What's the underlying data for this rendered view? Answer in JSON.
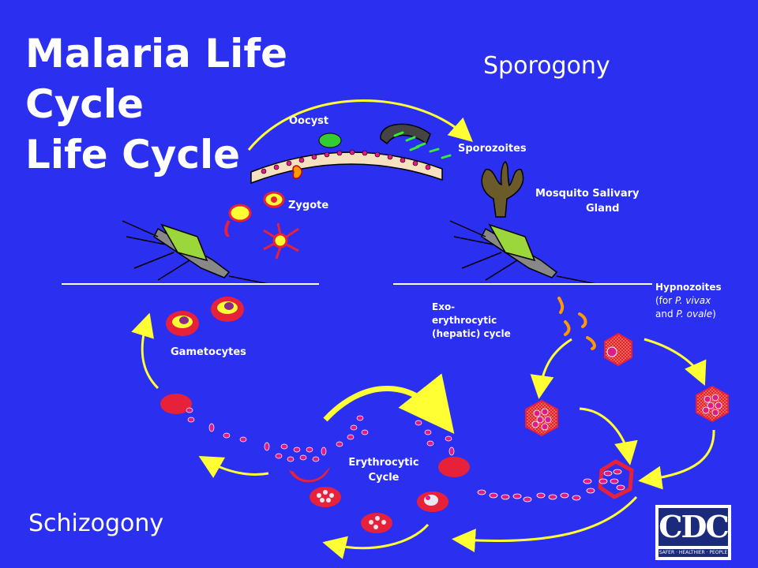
{
  "title": {
    "line1": "Malaria Life",
    "line2": "Cycle",
    "line3": "Life Cycle"
  },
  "phases": {
    "sporogony": "Sporogony",
    "schizogony": "Schizogony"
  },
  "labels": {
    "oocyst": "Oocyst",
    "sporozoites": "Sporozoites",
    "zygote": "Zygote",
    "salivary_1": "Mosquito Salivary",
    "salivary_2": "Gland",
    "gametocytes": "Gametocytes",
    "exo_1": "Exo-",
    "exo_2": "erythrocytic",
    "exo_3": "(hepatic) cycle",
    "hypno_1": "Hypnozoites",
    "hypno_2": "(for",
    "hypno_2b": "P. vivax",
    "hypno_3": "and",
    "hypno_3b": "P. ovale",
    "hypno_3c": ")",
    "ery_1": "Erythrocytic",
    "ery_2": "Cycle"
  },
  "logo": {
    "text": "CDC",
    "tagline": "SAFER · HEALTHIER · PEOPLE"
  },
  "colors": {
    "background": "#2a2ff0",
    "arrow": "#ffff33",
    "cell": "#e8213a",
    "merozoite": "#e01a86"
  }
}
